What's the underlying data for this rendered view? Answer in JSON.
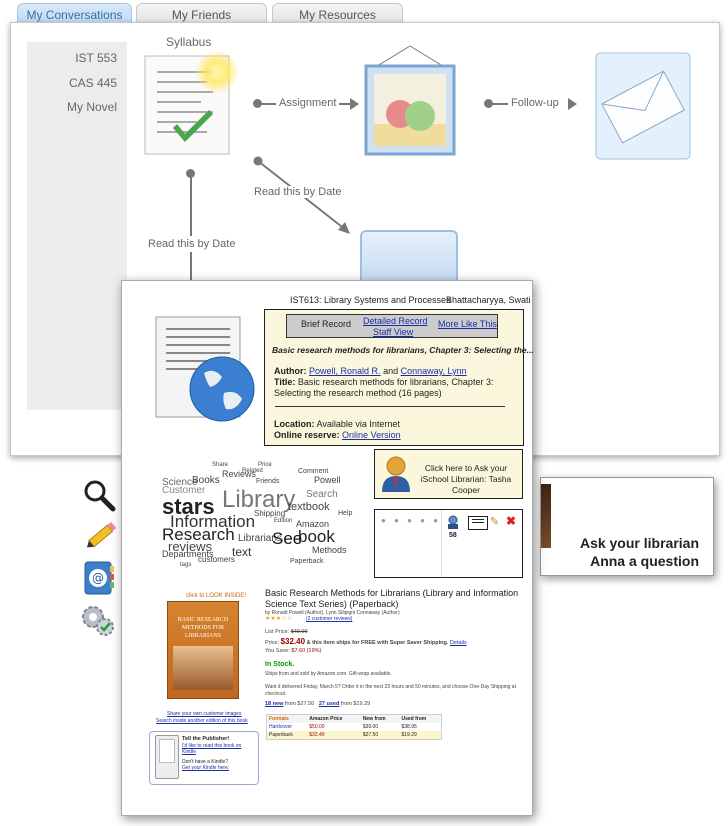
{
  "tabs": [
    {
      "label": "My Conversations"
    },
    {
      "label": "My Friends"
    },
    {
      "label": "My Resources"
    }
  ],
  "sidebar": {
    "items": [
      {
        "label": "IST 553"
      },
      {
        "label": "CAS 445"
      },
      {
        "label": "My Novel"
      }
    ]
  },
  "flow": {
    "syllabus_label": "Syllabus",
    "assignment_label": "Assignment",
    "followup_label": "Follow-up",
    "read_by_date_1": "Read this by Date",
    "read_by_date_2": "Read this by Date"
  },
  "record": {
    "course": "IST613: Library Systems and Processes",
    "student": "Bhattacharyya, Swati",
    "tabs": {
      "brief": "Brief Record",
      "detailed": "Detailed Record",
      "staff": "Staff View",
      "more_like": "More Like This"
    },
    "heading": "Basic research methods for librarians, Chapter 3: Selecting the...",
    "author_label": "Author:",
    "author1": "Powell, Ronald R.",
    "and": "and",
    "author2": "Connaway, Lynn",
    "title_label": "Title:",
    "title_value": "Basic research methods for librarians, Chapter 3: Selecting the research method (16 pages)",
    "location_label": "Location:",
    "location_value": "Available via Internet",
    "reserve_label": "Online reserve:",
    "reserve_link": "Online Version"
  },
  "ask": {
    "text": "Click here to Ask your iSchool Librarian: Tasha Cooper"
  },
  "social": {
    "count": "58"
  },
  "librarian_card": {
    "line1": "Ask your librarian",
    "line2": "Anna a question"
  },
  "wordcloud": {
    "words": [
      "stars",
      "Library",
      "Information",
      "Research",
      "reviews",
      "book",
      "See",
      "text",
      "Reviews",
      "customers",
      "Customer",
      "Science",
      "Books",
      "textbook",
      "Amazon",
      "Librarians",
      "Methods",
      "Powell",
      "Search",
      "Comment",
      "Shipping",
      "Departments",
      "tags",
      "Paperback",
      "Help",
      "Share",
      "Price",
      "Edition",
      "Related",
      "Friends"
    ]
  },
  "amazon": {
    "cover_link": "click to LOOK INSIDE!",
    "cover_title": "BASIC RESEARCH METHODS FOR LIBRARIANS",
    "share_images": "Share your own customer images",
    "search_inside": "Search inside another edition of this book",
    "title": "Basic Research Methods for Librarians (Library and Information Science Text Series) (Paperback)",
    "byline": "by Ronald Powell (Author), Lynn Silipigni Connaway (Author)",
    "reviews": "(2 customer reviews)",
    "list_price_label": "List Price:",
    "list_price": "$40.00",
    "price_label": "Price:",
    "price": "$32.40",
    "price_note": "& this item ships for FREE with Super Saver Shipping.",
    "details": "Details",
    "save_label": "You Save:",
    "save": "$7.60 (19%)",
    "stock": "In Stock.",
    "ships_from": "Ships from and sold by Amazon.com. Gift-wrap available.",
    "deliver": "Want it delivered Friday, March 5? Order it in the next 23 hours and 50 minutes, and choose One-Day Shipping at checkout.",
    "new_link": "18 new",
    "new_from": "from $27.50",
    "used_link": "27 used",
    "used_from": "from $19.29",
    "formats": {
      "headers": [
        "Formats",
        "Amazon Price",
        "New from",
        "Used from"
      ],
      "rows": [
        [
          "Hardcover",
          "$50.00",
          "$39.00",
          "$38.95"
        ],
        [
          "Paperback",
          "$32.40",
          "$27.50",
          "$19.29"
        ]
      ]
    },
    "publisher_title": "Tell the Publisher!",
    "publisher_link": "I'd like to read this book on Kindle",
    "kindle_q": "Don't have a Kindle?",
    "kindle_link": "Get your Kindle here."
  }
}
